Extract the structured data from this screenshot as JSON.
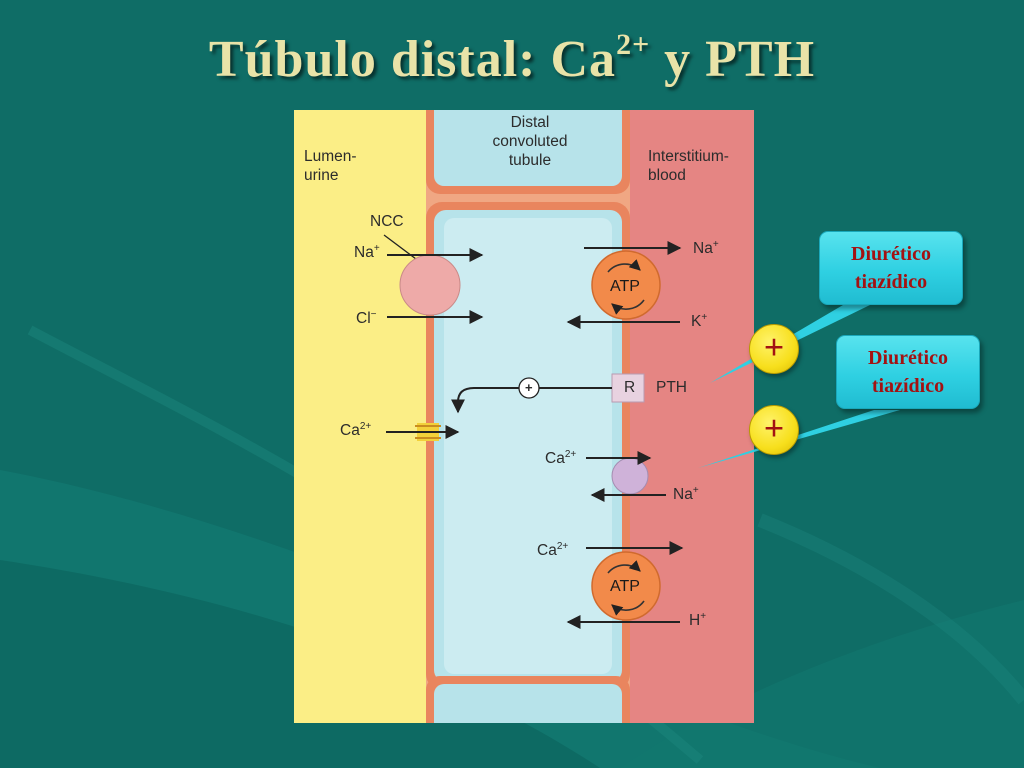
{
  "title": {
    "main": "Túbulo distal: Ca",
    "sup": "2+",
    "tail": " y PTH"
  },
  "colors": {
    "background": "#0f6d66",
    "lumen": "#fbee86",
    "interstitium": "#e58583",
    "cell": "#b7e3ea",
    "membrane": "#f0a783",
    "atp_pump": "#f28a4a",
    "ncc": "#eeaaa8",
    "exchanger": "#cfb2d9",
    "bubble": "#2fd0e2",
    "bubble_text": "#a31212",
    "plus_badge": "#f7df1c"
  },
  "diagram": {
    "lumen_label": [
      "Lumen-",
      "urine"
    ],
    "tubule_label": [
      "Distal",
      "convoluted",
      "tubule"
    ],
    "interstitium_label": [
      "Interstitium-",
      "blood"
    ],
    "ncc": "NCC",
    "na": "Na",
    "cl": "Cl",
    "plus_charge": "+",
    "minus_charge": "−",
    "ca": "Ca",
    "ca_charge": "2+",
    "k": "K",
    "h": "H",
    "atp": "ATP",
    "receptor": "R",
    "pth": "PTH",
    "stim": "+"
  },
  "callouts": [
    {
      "text": "Diurético\ntiazídico"
    },
    {
      "text": "Diurético\ntiazídico"
    }
  ],
  "plus_badges": [
    "+",
    "+"
  ]
}
